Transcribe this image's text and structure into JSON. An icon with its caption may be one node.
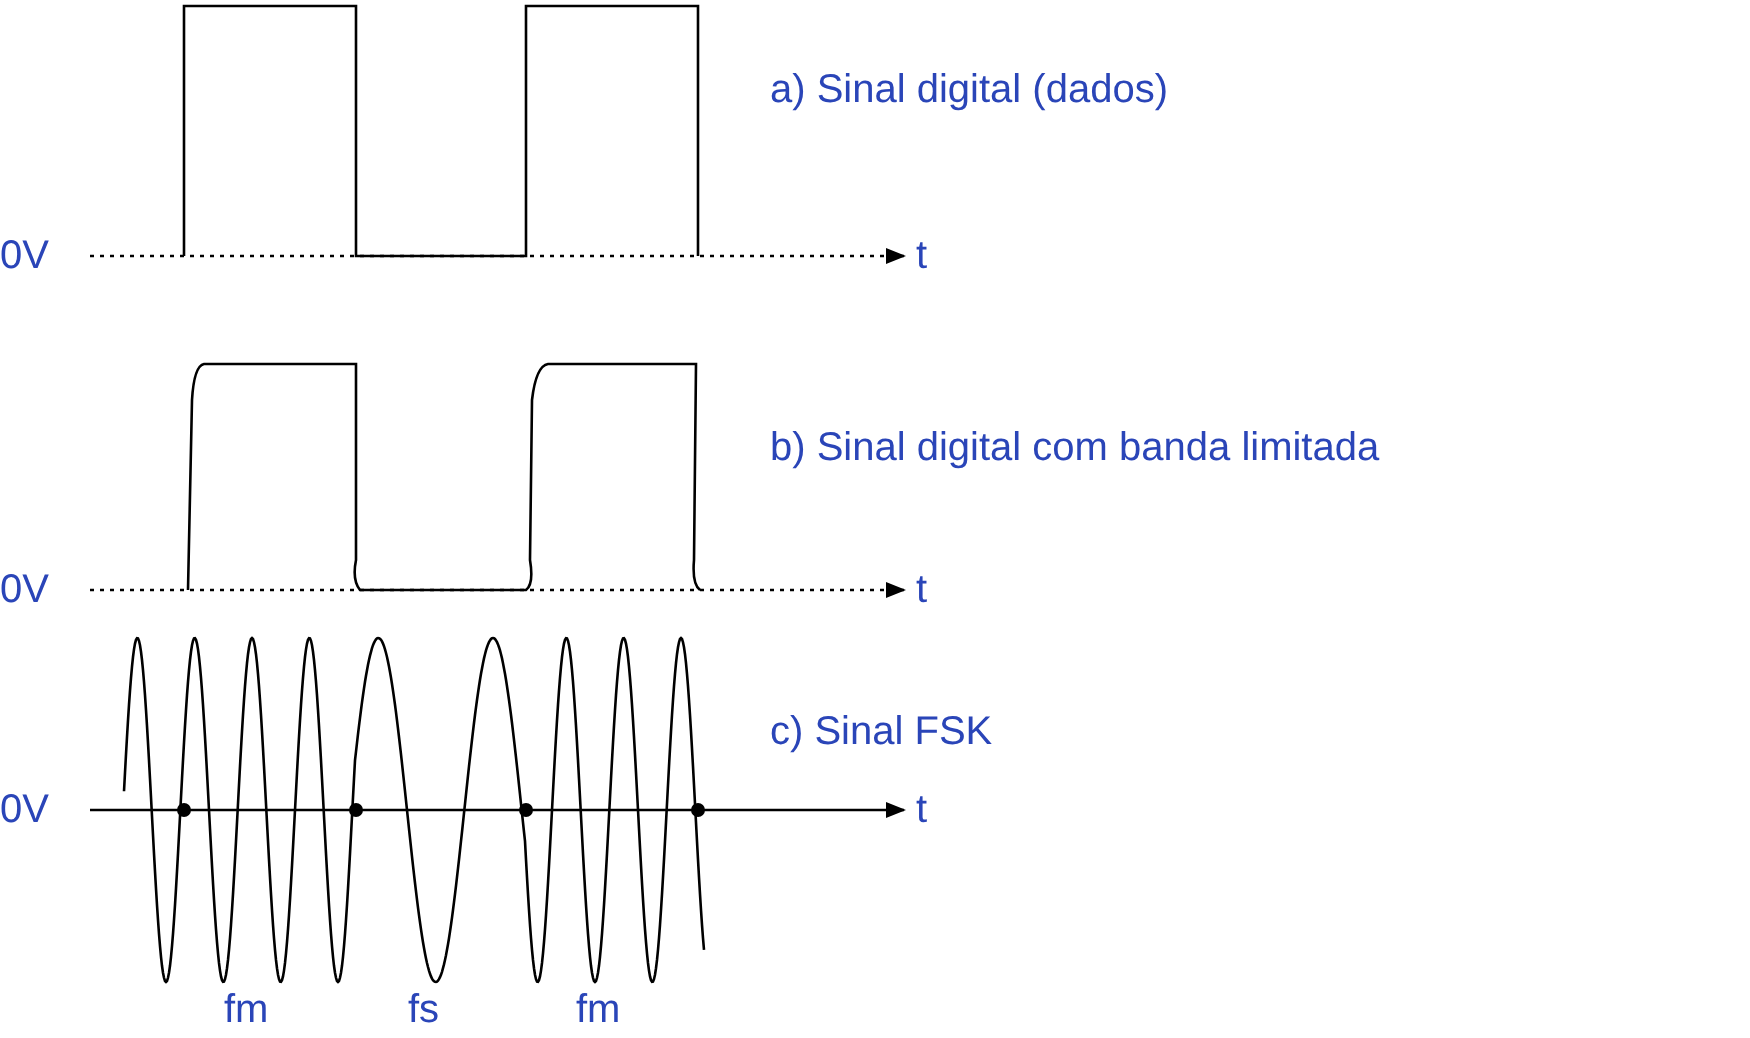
{
  "diagram": {
    "labels": [
      "a) Sinal digital (dados)",
      "0V",
      "t",
      "b) Sinal digital com banda limitada",
      "0V",
      "t",
      "c) Sinal FSK",
      "0V",
      "t",
      "fm",
      "fs",
      "fm"
    ]
  }
}
